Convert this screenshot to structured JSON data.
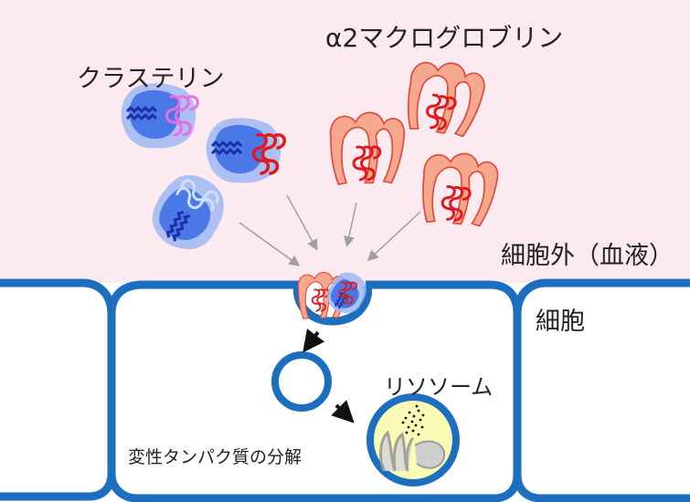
{
  "labels": {
    "clusterin": "クラステリン",
    "a2m": "α2マクログロブリン",
    "extracellular": "細胞外（血液）",
    "cell": "細胞",
    "lysosome": "リソソーム",
    "degradation": "変性タンパク質の分解"
  },
  "colors": {
    "extracellular_bg": "#fbeaf0",
    "membrane": "#1c6fbf",
    "lysosome_fill": "#fafab4",
    "clusterin_body": "#4a78e6",
    "a2m_body": "#f6a88f",
    "bound_protein": "#e0191c"
  },
  "icons": {
    "clusterin": "clusterin-protein-icon",
    "a2m": "a2-macroglobulin-protein-icon",
    "arrow": "arrow-icon"
  }
}
